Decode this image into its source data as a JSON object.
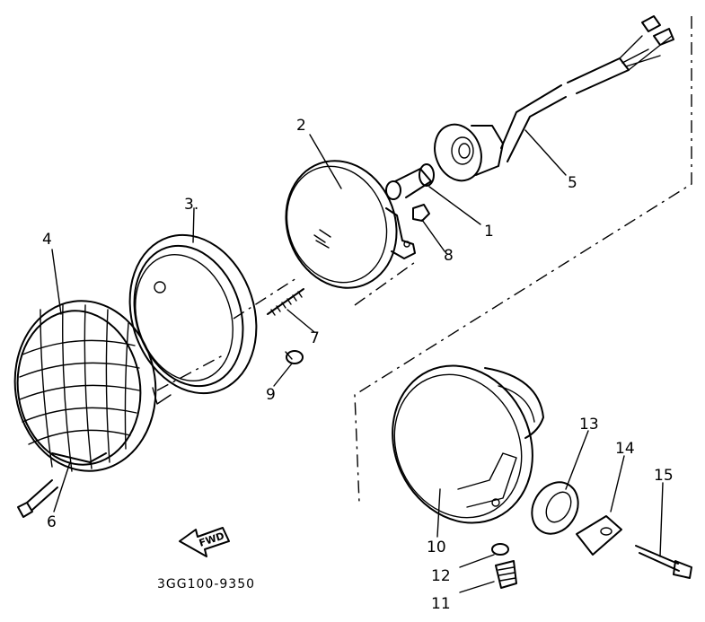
{
  "diagram": {
    "code": "3GG100-9350",
    "direction_label": "FWD",
    "callouts": {
      "c1": "1",
      "c2": "2",
      "c3": "3.",
      "c4": "4",
      "c5": "5",
      "c6": "6",
      "c7": "7",
      "c8": "8",
      "c9": "9",
      "c10": "10",
      "c11": "11",
      "c12": "12",
      "c13": "13",
      "c14": "14",
      "c15": "15"
    }
  }
}
